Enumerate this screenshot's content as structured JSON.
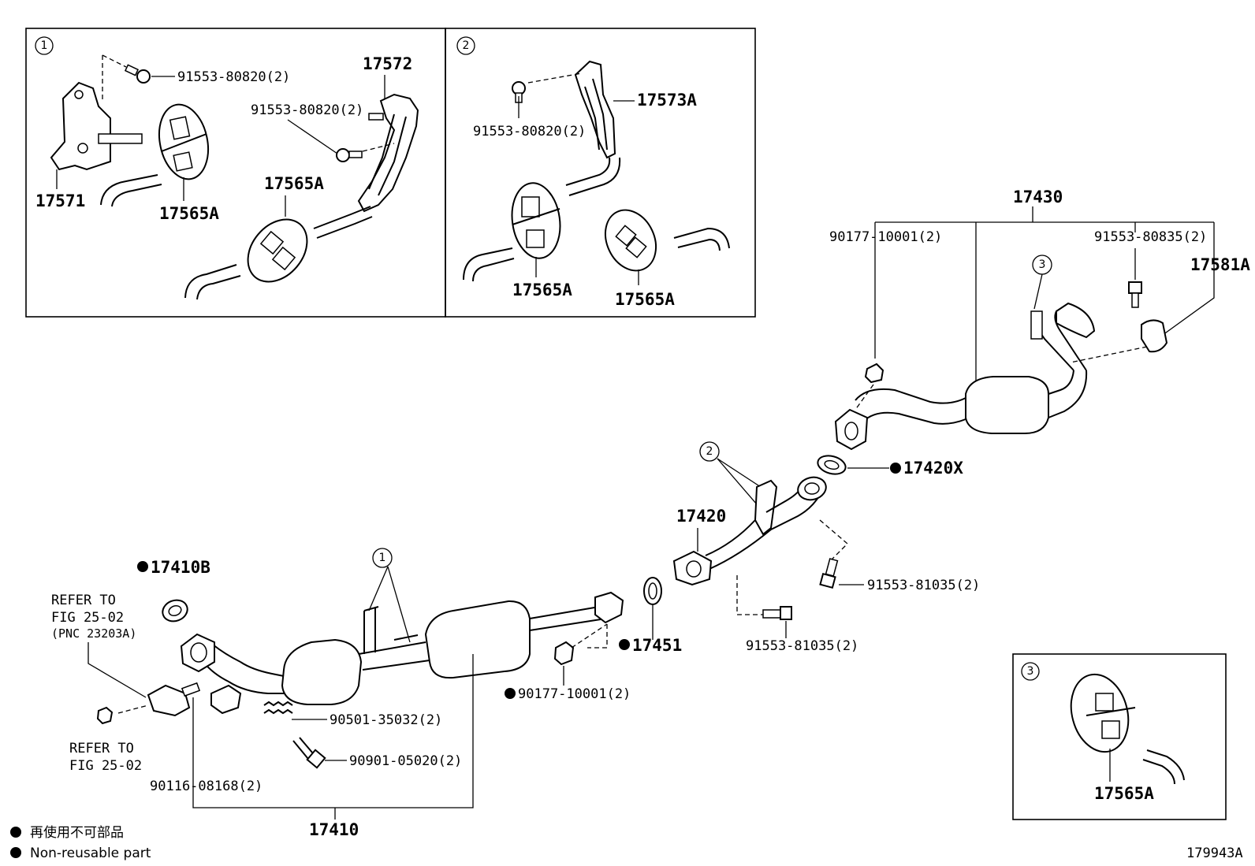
{
  "callouts": {
    "one": "1",
    "two": "2",
    "three": "3"
  },
  "inset1": {
    "bolt_a": "91553-80820(2)",
    "bolt_b": "91553-80820(2)",
    "bracket": "17572",
    "hanger_bracket": "17571",
    "cushion_a": "17565A",
    "cushion_b": "17565A"
  },
  "inset2": {
    "bracket": "17573A",
    "bolt": "91553-80820(2)",
    "cushion_a": "17565A",
    "cushion_b": "17565A"
  },
  "inset3": {
    "cushion": "17565A"
  },
  "main": {
    "tail_pipe_assy": "17430",
    "nut_tail": "90177-10001(2)",
    "bolt_tail": "91553-80835(2)",
    "clamp": "17581A",
    "gasket_420x": "17420X",
    "center_pipe": "17420",
    "bolt_center_a": "91553-81035(2)",
    "bolt_center_b": "91553-81035(2)",
    "gasket_410b": "17410B",
    "gasket_451": "17451",
    "nut_front": "90177-10001(2)",
    "spring": "90501-35032(2)",
    "bolt_front": "90901-05020(2)",
    "stud": "90116-08168(2)",
    "front_pipe_assy": "17410",
    "refer_a_line1": "REFER TO",
    "refer_a_line2": "FIG 25-02",
    "refer_a_line3": "(PNC 23203A)",
    "refer_b_line1": "REFER TO",
    "refer_b_line2": "FIG 25-02"
  },
  "legend": {
    "jp": "再使用不可部品",
    "en": "Non-reusable part"
  },
  "figure_id": "179943A"
}
